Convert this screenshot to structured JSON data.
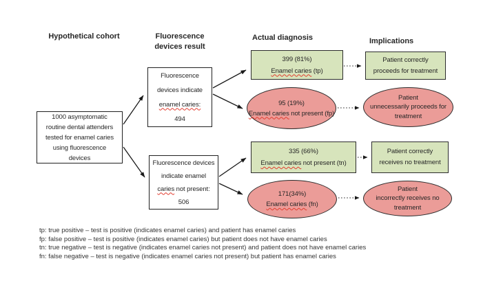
{
  "headers": {
    "cohort": "Hypothetical cohort",
    "result_line1": "Fluorescence",
    "result_line2": "devices result",
    "diagnosis": "Actual diagnosis",
    "implications": "Implications"
  },
  "cohort_box": {
    "line1": "1000 asymptomatic",
    "line2": "routine dental attenders",
    "line3": "tested for enamel caries",
    "line4": "using fluorescence",
    "line5": "devices"
  },
  "result_positive_box": {
    "line1": "Fluorescence",
    "line2": "devices indicate",
    "line3_misspelled": "enamel caries:",
    "line4": "494"
  },
  "result_negative_box": {
    "line1": "Fluorescence devices",
    "line2": "indicate enamel",
    "line3_misspelled": "caries",
    "line3_rest": " not present:",
    "line4": "506"
  },
  "diagnosis": {
    "tp": {
      "count": "399 (81%)",
      "label_misspelled": "Enamel caries",
      "label_rest": " (tp)"
    },
    "fp": {
      "count": "95 (19%)",
      "label_misspelled": "Enamel caries",
      "label_rest": " not present (fp)"
    },
    "tn": {
      "count": "335 (66%)",
      "label_misspelled": "Enamel caries",
      "label_rest": " not present (tn)"
    },
    "fn": {
      "count": "171(34%)",
      "label_misspelled": "Enamel caries",
      "label_rest": " (fn)"
    }
  },
  "implications": {
    "tp": {
      "line1": "Patient correctly",
      "line2": "proceeds for treatment"
    },
    "fp": {
      "line1": "Patient",
      "line2": "unnecessarily proceeds for",
      "line3": "treatment"
    },
    "tn": {
      "line1": "Patient correctly",
      "line2": "receives no treatment"
    },
    "fn": {
      "line1": "Patient",
      "line2": "incorrectly receives no",
      "line3": "treatment"
    }
  },
  "footnotes": [
    "tp: true positive – test is positive (indicates enamel caries) and patient has enamel caries",
    "fp: false positive – test is positive (indicates enamel caries) but patient does not have enamel caries",
    "tn: true negative – test is negative (indicates enamel caries not present) and patient does not have enamel caries",
    "fn: false negative – test is negative (indicates enamel caries not present)  but patient has enamel caries"
  ],
  "colors": {
    "positive_fill": "#d7e4bc",
    "negative_fill": "#eb9c98",
    "shape_border": "#2b2b2b",
    "arrow": "#1a1a1a",
    "spellcheck_squiggle": "#e23b2e"
  }
}
